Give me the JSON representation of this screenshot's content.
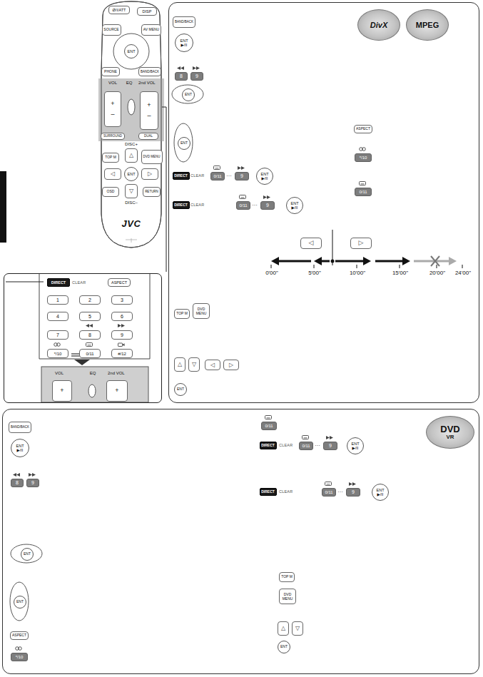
{
  "diagram": {
    "nodes": [
      {
        "text": [
          "VOL",
          "EQ",
          "2nd VOL",
          "DISC+",
          "DISC–",
          "JVC"
        ]
      },
      {
        "text": [
          "Ø/I/ATT"
        ],
        "in": 0
      },
      {
        "text": [
          "DISP"
        ],
        "in": 0
      },
      {
        "text": [
          "SOURCE"
        ],
        "in": 0
      },
      {
        "text": [
          "AV MENU"
        ],
        "in": 0
      },
      {
        "text": [
          "ENT"
        ],
        "in": 0
      },
      {
        "text": [
          "PHONE"
        ],
        "in": 0
      },
      {
        "text": [
          "BAND/BACK"
        ],
        "in": 0
      },
      {
        "text": [
          "+",
          "–"
        ],
        "in": 0
      },
      {
        "text": [
          "+",
          "–"
        ],
        "in": 0
      },
      {
        "text": [
          "SURROUND"
        ],
        "in": 0
      },
      {
        "text": [
          "DUAL"
        ],
        "in": 0
      },
      {
        "text": [
          "TOP M"
        ],
        "in": 0
      },
      {
        "text": [
          "DVD MENU"
        ],
        "in": 0
      },
      {
        "text": [
          "△"
        ],
        "in": 0
      },
      {
        "text": [
          "◁"
        ],
        "in": 0
      },
      {
        "text": [
          "ENT"
        ],
        "in": 0
      },
      {
        "text": [
          "▷"
        ],
        "in": 0
      },
      {
        "text": [
          "OSD"
        ],
        "in": 0
      },
      {
        "text": [
          "▽"
        ],
        "in": 0
      },
      {
        "text": [
          "RETURN"
        ],
        "in": 0
      },
      {
        "text": [
          "CLEAR",
          "VOL",
          "EQ",
          "2nd VOL"
        ]
      },
      {
        "text": [
          "DIRECT"
        ],
        "in": 21
      },
      {
        "text": [
          "ASPECT"
        ],
        "in": 21
      },
      {
        "text": [
          "1"
        ],
        "in": 21
      },
      {
        "text": [
          "2"
        ],
        "in": 21
      },
      {
        "text": [
          "3"
        ],
        "in": 21
      },
      {
        "text": [
          "4"
        ],
        "in": 21
      },
      {
        "text": [
          "5"
        ],
        "in": 21
      },
      {
        "text": [
          "6"
        ],
        "in": 21
      },
      {
        "text": [
          "7"
        ],
        "in": 21
      },
      {
        "text": [
          "8"
        ],
        "in": 21
      },
      {
        "text": [
          "9"
        ],
        "in": 21
      },
      {
        "text": [
          "*/10"
        ],
        "in": 21
      },
      {
        "text": [
          "0/11"
        ],
        "in": 21
      },
      {
        "text": [
          "#/12"
        ],
        "in": 21
      },
      {
        "text": [
          "+"
        ],
        "in": 21
      },
      {
        "text": [
          "+"
        ],
        "in": 21
      },
      {
        "text": [
          "CLEAR",
          "…",
          "CLEAR",
          "…",
          "0'00\"",
          "5'00\"",
          "10'00\"",
          "15'00\"",
          "20'00\"",
          "24'00\""
        ]
      },
      {
        "text": [
          "BAND/BACK"
        ],
        "in": 38
      },
      {
        "text": [
          "ENT",
          "▶/II"
        ],
        "in": 38
      },
      {
        "text": [
          "DivX"
        ],
        "in": 38
      },
      {
        "text": [
          "MPEG"
        ],
        "in": 38
      },
      {
        "text": [
          "8"
        ],
        "in": 38
      },
      {
        "text": [
          "9"
        ],
        "in": 38
      },
      {
        "text": [
          "ENT"
        ],
        "in": 38
      },
      {
        "text": [
          "ENT"
        ],
        "in": 38
      },
      {
        "text": [
          "DIRECT"
        ],
        "in": 38
      },
      {
        "text": [
          "0/11"
        ],
        "in": 38
      },
      {
        "text": [
          "9"
        ],
        "in": 38
      },
      {
        "text": [
          "ENT",
          "▶/II"
        ],
        "in": 38
      },
      {
        "text": [
          "DIRECT"
        ],
        "in": 38
      },
      {
        "text": [
          "0/11"
        ],
        "in": 38
      },
      {
        "text": [
          "9"
        ],
        "in": 38
      },
      {
        "text": [
          "ENT",
          "▶/II"
        ],
        "in": 38
      },
      {
        "text": [
          "ASPECT"
        ],
        "in": 38
      },
      {
        "text": [
          "*/10"
        ],
        "in": 38
      },
      {
        "text": [
          "0/11"
        ],
        "in": 38
      },
      {
        "text": [
          "◁"
        ],
        "in": 38
      },
      {
        "text": [
          "▷"
        ],
        "in": 38
      },
      {
        "text": [
          "TOP M"
        ],
        "in": 38
      },
      {
        "text": [
          "DVD",
          "MENU"
        ],
        "in": 38
      },
      {
        "text": [
          "△"
        ],
        "in": 38
      },
      {
        "text": [
          "▽"
        ],
        "in": 38
      },
      {
        "text": [
          "◁"
        ],
        "in": 38
      },
      {
        "text": [
          "▷"
        ],
        "in": 38
      },
      {
        "text": [
          "ENT"
        ],
        "in": 38
      },
      {
        "text": [
          "CLEAR",
          "…",
          "CLEAR",
          "…"
        ]
      },
      {
        "text": [
          "BAND/BACK"
        ],
        "in": 67
      },
      {
        "text": [
          "ENT",
          "▶/II"
        ],
        "in": 67
      },
      {
        "text": [
          "8"
        ],
        "in": 67
      },
      {
        "text": [
          "9"
        ],
        "in": 67
      },
      {
        "text": [
          "ENT"
        ],
        "in": 67
      },
      {
        "text": [
          "ENT"
        ],
        "in": 67
      },
      {
        "text": [
          "ASPECT"
        ],
        "in": 67
      },
      {
        "text": [
          "*/10"
        ],
        "in": 67
      },
      {
        "text": [
          "0/11"
        ],
        "in": 67
      },
      {
        "text": [
          "DIRECT"
        ],
        "in": 67
      },
      {
        "text": [
          "0/11"
        ],
        "in": 67
      },
      {
        "text": [
          "9"
        ],
        "in": 67
      },
      {
        "text": [
          "ENT",
          "▶/II"
        ],
        "in": 67
      },
      {
        "text": [
          "DIRECT"
        ],
        "in": 67
      },
      {
        "text": [
          "0/11"
        ],
        "in": 67
      },
      {
        "text": [
          "9"
        ],
        "in": 67
      },
      {
        "text": [
          "ENT",
          "▶/II"
        ],
        "in": 67
      },
      {
        "text": [
          "TOP M"
        ],
        "in": 67
      },
      {
        "text": [
          "DVD",
          "MENU"
        ],
        "in": 67
      },
      {
        "text": [
          "△"
        ],
        "in": 67
      },
      {
        "text": [
          "▽"
        ],
        "in": 67
      },
      {
        "text": [
          "ENT"
        ],
        "in": 67
      },
      {
        "text": [
          "DVD",
          "VR"
        ],
        "in": 67
      }
    ]
  }
}
